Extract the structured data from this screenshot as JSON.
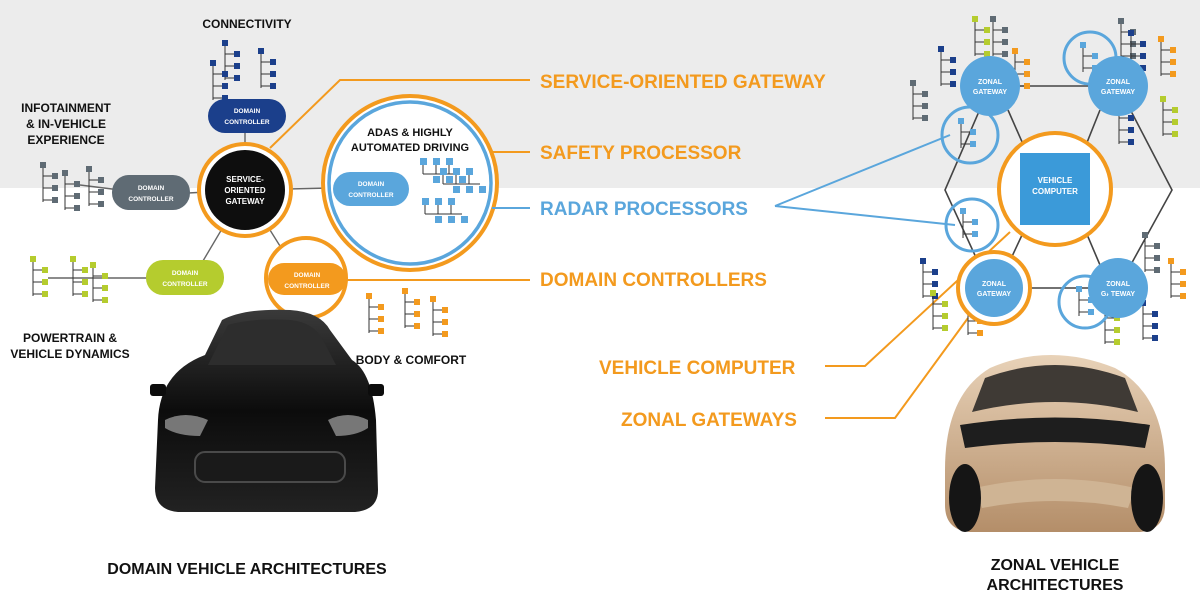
{
  "colors": {
    "orange": "#f39a1e",
    "blue": "#5aa6dc",
    "navy": "#1b3f8b",
    "gray": "#5f6b74",
    "lime": "#b5cc2e",
    "black": "#0e0e0e",
    "band": "#ececec"
  },
  "left": {
    "gateway": {
      "line1": "SERVICE-",
      "line2": "ORIENTED",
      "line3": "GATEWAY"
    },
    "controller_line1": "DOMAIN",
    "controller_line2": "CONTROLLER",
    "domains": {
      "connectivity": "CONNECTIVITY",
      "infotainment": {
        "line1": "INFOTAINMENT",
        "line2": "& IN-VEHICLE",
        "line3": "EXPERIENCE"
      },
      "adas": {
        "line1": "ADAS & HIGHLY",
        "line2": "AUTOMATED DRIVING"
      },
      "powertrain": {
        "line1": "POWERTRAIN &",
        "line2": "VEHICLE DYNAMICS"
      },
      "body": "BODY & COMFORT"
    },
    "title": "DOMAIN VEHICLE ARCHITECTURES"
  },
  "callouts": {
    "service_gateway": "SERVICE-ORIENTED GATEWAY",
    "safety_processor": "SAFETY PROCESSOR",
    "radar_processors": "RADAR PROCESSORS",
    "domain_controllers": "DOMAIN CONTROLLERS",
    "vehicle_computer": "VEHICLE COMPUTER",
    "zonal_gateways": "ZONAL GATEWAYS"
  },
  "right": {
    "vehicle_computer": {
      "line1": "VEHICLE",
      "line2": "COMPUTER"
    },
    "zonal_gateway": {
      "line1": "ZONAL",
      "line2": "GATEWAY"
    },
    "title": {
      "line1": "ZONAL VEHICLE",
      "line2": "ARCHITECTURES"
    }
  }
}
